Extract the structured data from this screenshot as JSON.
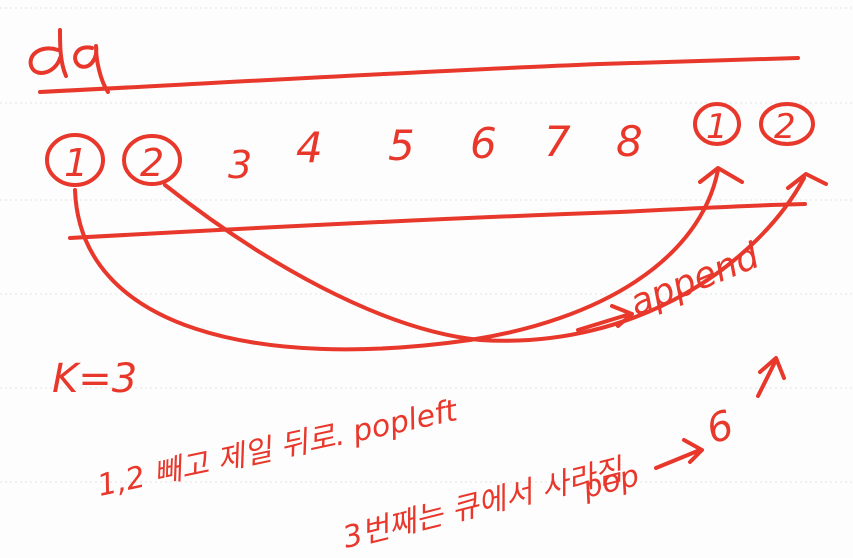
{
  "note": {
    "ink_color": "#e8372b",
    "rule_color": "#e3e3e3",
    "background": "#fdfdfd",
    "title": "dq",
    "sequence": [
      "1",
      "2",
      "3",
      "4",
      "5",
      "6",
      "7",
      "8",
      "1",
      "2"
    ],
    "circled_items": [
      0,
      1,
      8,
      9
    ],
    "arrow_label": "append",
    "param": "K=3",
    "line1": "1,2 빼고 제일 뒤로. popleft",
    "line2": "3번째는 큐에서 사라짐",
    "line3": "pop",
    "pop_target": "6"
  }
}
